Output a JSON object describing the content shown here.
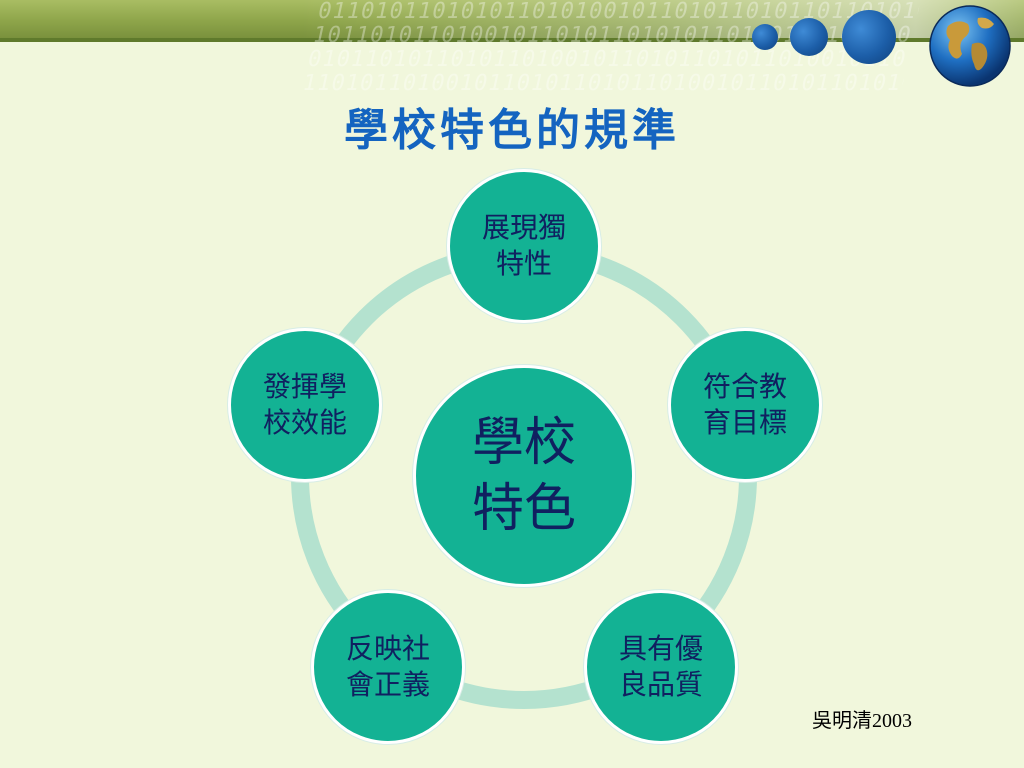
{
  "slide": {
    "title": "學校特色的規準",
    "author_credit": "吳明清2003"
  },
  "diagram": {
    "center": {
      "label": "學校\n特色"
    },
    "nodes": [
      {
        "label": "展現獨\n特性"
      },
      {
        "label": "符合教\n育目標"
      },
      {
        "label": "具有優\n良品質"
      },
      {
        "label": "反映社\n會正義"
      },
      {
        "label": "發揮學\n校效能"
      }
    ]
  },
  "colors": {
    "title": "#1464c0",
    "node_fill": "#13b294",
    "ring": "#b4e2cf",
    "node_text": "#102060",
    "background": "#f1f7dc"
  },
  "decor": {
    "header_icon": "globe-icon"
  }
}
